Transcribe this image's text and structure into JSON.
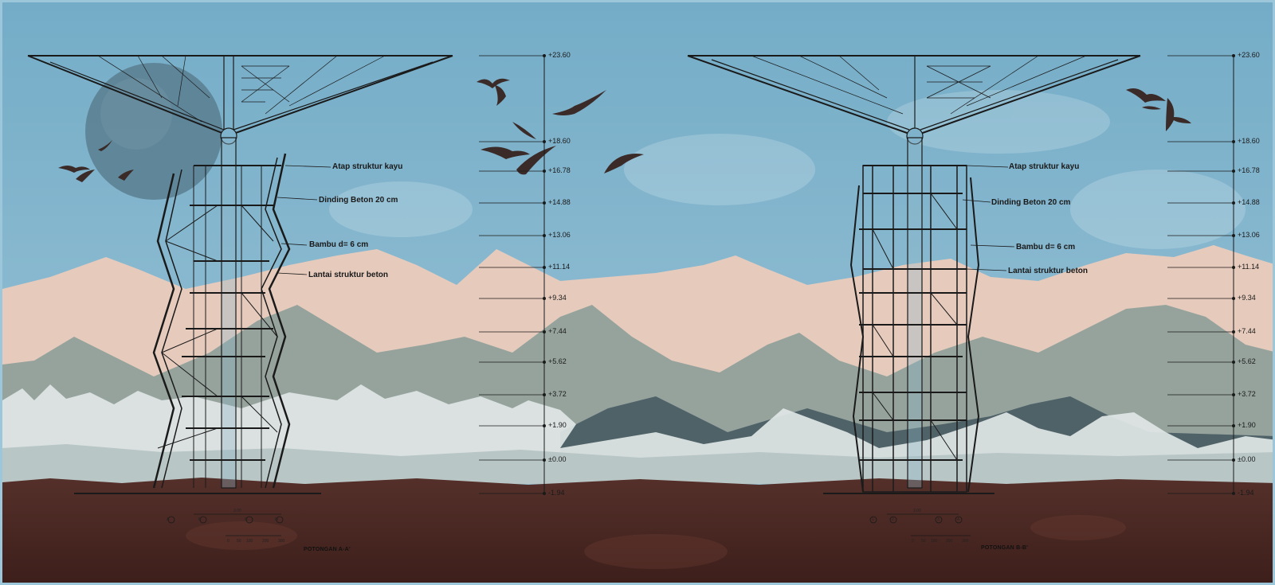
{
  "sections": [
    {
      "id": "a",
      "title": "POTONGAN A-A'",
      "labels": [
        "Atap struktur kayu",
        "Dinding Beton 20 cm",
        "Bambu d= 6 cm",
        "Lantai struktur beton"
      ],
      "dim": "3.00",
      "scale_ticks": [
        "0",
        "50",
        "100",
        "200",
        "300"
      ],
      "grid_refs": [
        "A",
        "B",
        "C",
        "D"
      ]
    },
    {
      "id": "b",
      "title": "POTONGAN B-B'",
      "labels": [
        "Atap struktur kayu",
        "Dinding Beton 20 cm",
        "Bambu d= 6 cm",
        "Lantai struktur beton"
      ],
      "dim": "3.00",
      "scale_ticks": [
        "0",
        "50",
        "100",
        "200",
        "300"
      ],
      "grid_refs": [
        "1",
        "2",
        "3",
        "4"
      ]
    }
  ],
  "levels": [
    "+23.60",
    "+18.60",
    "+16.78",
    "+14.88",
    "+13.06",
    "+11.14",
    "+9.34",
    "+7.44",
    "+5.62",
    "+3.72",
    "+1.90",
    "±0.00",
    "-1.94"
  ],
  "colors": {
    "sky": "#7fb3cc",
    "mountain_far": "#e6cbbd",
    "mountain_mid": "#96a39d",
    "mountain_dark": "#4f6268",
    "trees": "#dfe6e6",
    "soil": "#4a2520",
    "moon": "#5c8193",
    "birds": "#3a2a28",
    "structure": "#1a1a1a"
  },
  "icons": [
    "moon-icon",
    "bird-icon"
  ]
}
